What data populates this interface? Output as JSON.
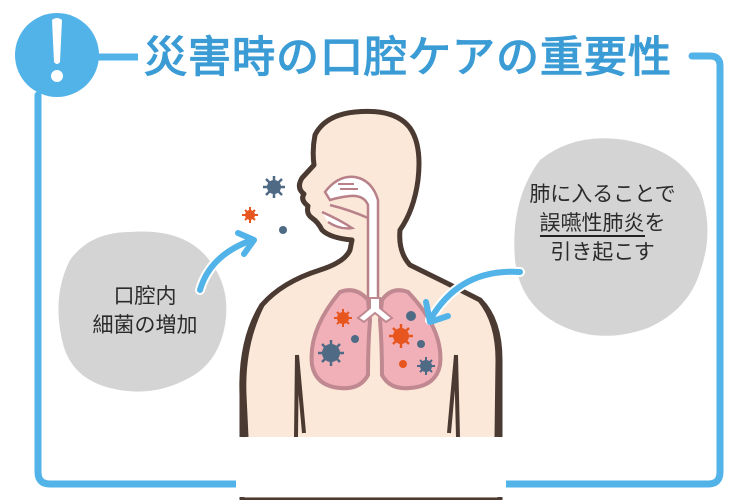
{
  "title": "災害時の口腔ケアの重要性",
  "alert_icon": "exclamation-icon",
  "colors": {
    "accent_blue": "#52b3e8",
    "title_blue": "#3a9bd5",
    "skin": "#fbe8d8",
    "outline_brown": "#4a3a32",
    "airway_pink": "#b8818a",
    "lung_pink": "#f1b0b8",
    "lung_outline": "#c08890",
    "germ_navy": "#4e6a85",
    "germ_orange": "#e8561f",
    "bubble_gray": "#d4d4d4"
  },
  "left_bubble": {
    "line1": "口腔内",
    "line2": "細菌の増加"
  },
  "right_bubble": {
    "line1": "肺に入ることで",
    "line2_underlined": "誤嚥性肺炎",
    "line2_suffix": "を",
    "line3": "引き起こす"
  },
  "illustration": {
    "subject": "human-upper-body-airway-and-lungs",
    "germs_outside_mouth": 3,
    "germs_in_lungs": 8
  }
}
